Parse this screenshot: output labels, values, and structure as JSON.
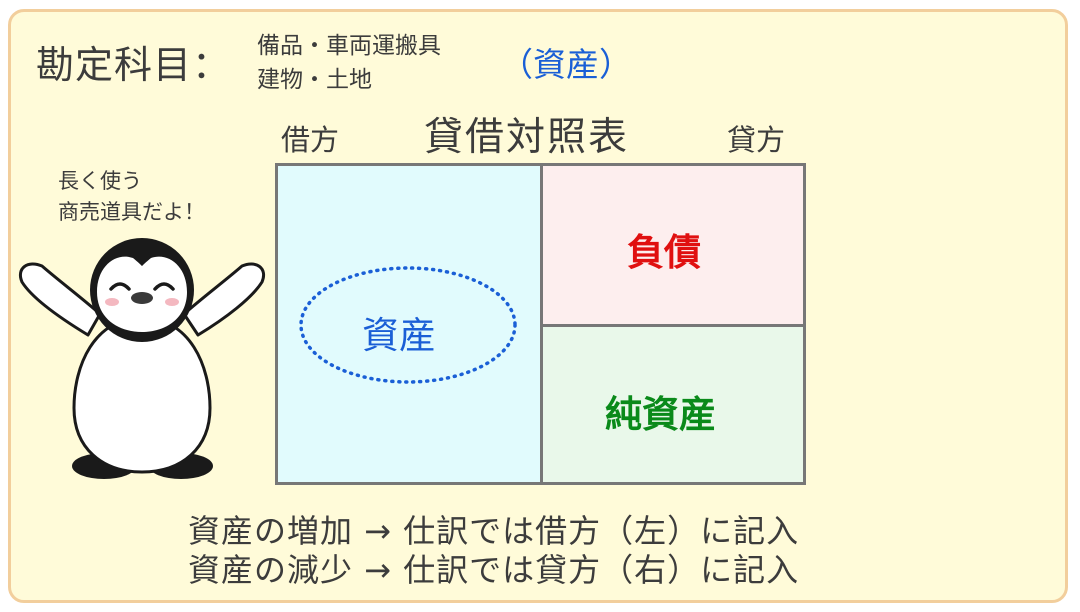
{
  "header": {
    "kanjo_label": "勘定科目：",
    "accounts_line1": "備品・車両運搬具",
    "accounts_line2": "建物・土地",
    "category": "（資産）"
  },
  "balance_sheet": {
    "title": "貸借対照表",
    "debit": "借方",
    "credit": "貸方",
    "assets": "資産",
    "liabilities": "負債",
    "net_assets": "純資産"
  },
  "speech": {
    "line1": "長く使う",
    "line2": "商売道具だよ！"
  },
  "rules": {
    "increase": "資産の増加 → 仕訳では借方（左）に記入",
    "decrease": "資産の減少 → 仕訳では貸方（右）に記入"
  },
  "colors": {
    "card_bg": "#fffbd9",
    "card_border": "#f2ce9c",
    "asset_blue": "#1a5fd6",
    "liability_red": "#e01010",
    "equity_green": "#0a8a1a",
    "asset_bg": "#e1fbfd",
    "liability_bg": "#fdeeee",
    "equity_bg": "#e9f8ea"
  }
}
